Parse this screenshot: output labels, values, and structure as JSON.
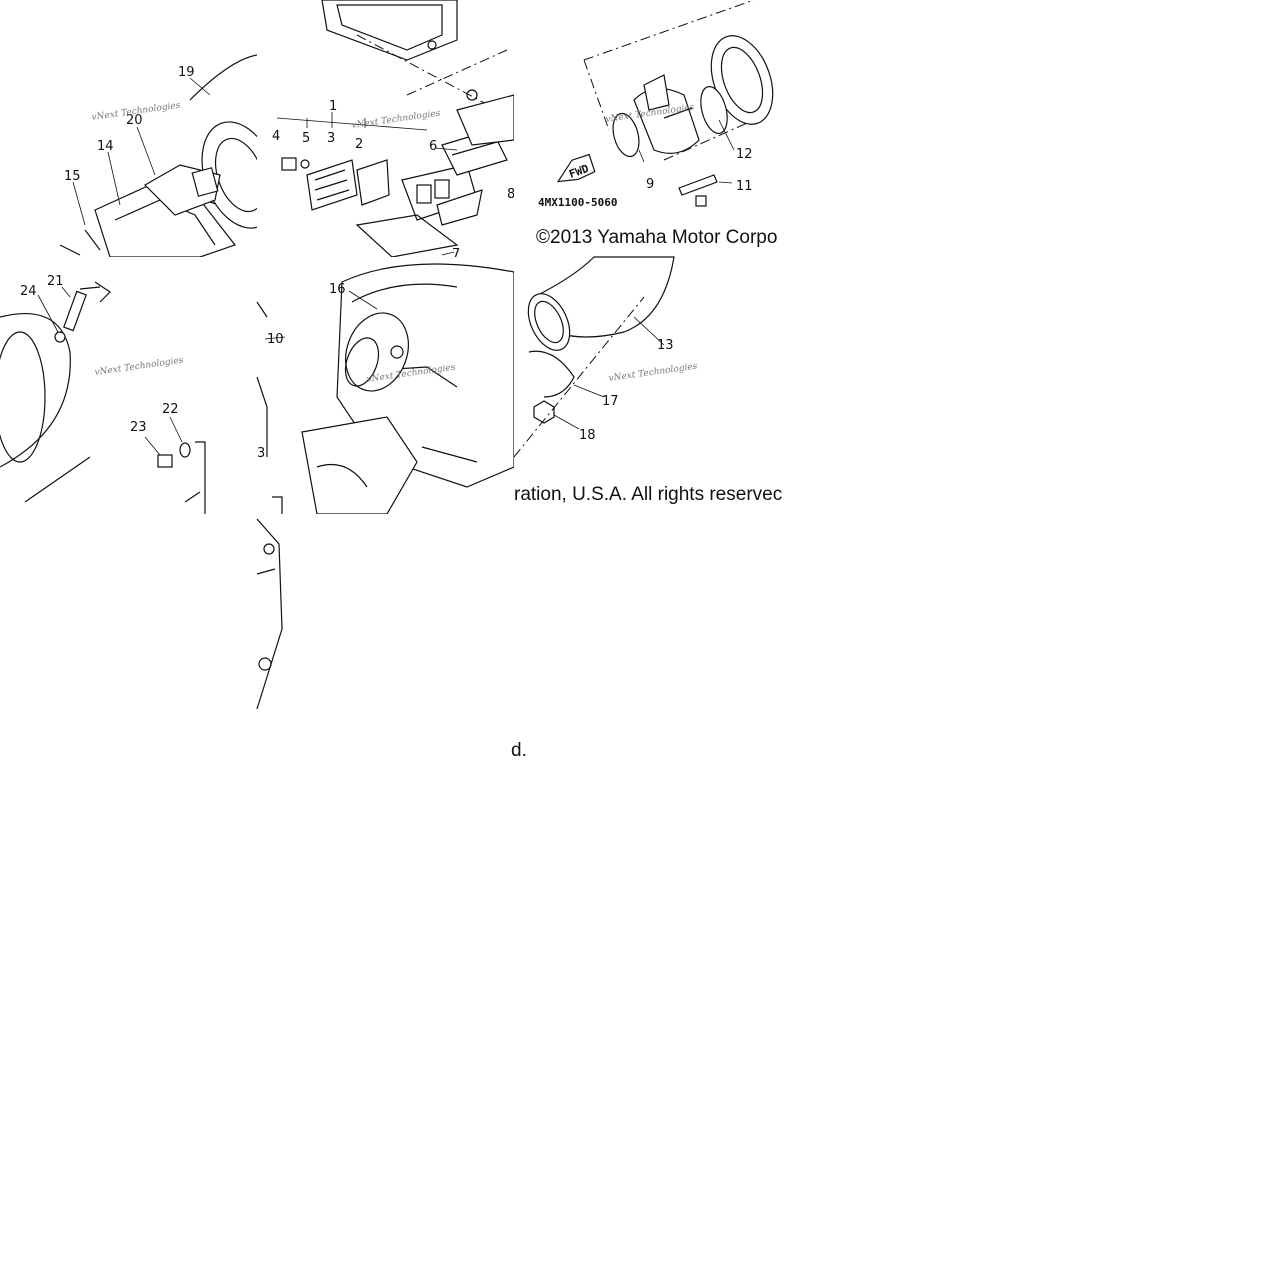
{
  "diagram": {
    "part_callouts": [
      "1",
      "2",
      "3",
      "4",
      "5",
      "6",
      "7",
      "8",
      "9",
      "10",
      "11",
      "12",
      "13",
      "14",
      "15",
      "16",
      "17",
      "18",
      "19",
      "20",
      "21",
      "22",
      "23",
      "24"
    ],
    "part_number_code": "4MX1100-5060",
    "fwd_arrow_label": "FWD",
    "watermark_text": "vNext Technologies",
    "copyright_fragments": {
      "part_a": "©2013 Yamaha Motor Corpo",
      "part_b": "ration, U.S.A. All rights reservec",
      "part_c": "d."
    },
    "partial_callout_8": "8",
    "partial_callout_3": "3"
  }
}
